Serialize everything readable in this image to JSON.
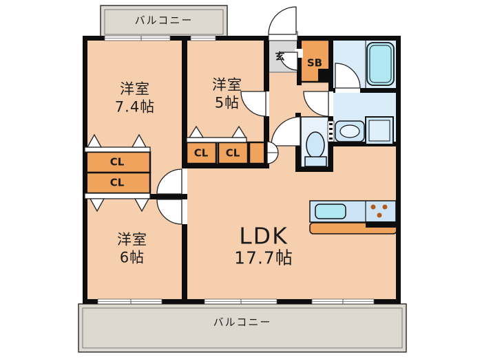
{
  "floorplan": {
    "balconies": {
      "top": "バルコニー",
      "bottom": "バルコニー"
    },
    "rooms": {
      "western1": {
        "name": "洋室",
        "size": "7.4帖"
      },
      "western2": {
        "name": "洋室",
        "size": "5帖"
      },
      "western3": {
        "name": "洋室",
        "size": "6帖"
      },
      "ldk": {
        "name": "LDK",
        "size": "17.7帖"
      },
      "entrance": {
        "label": "玄"
      },
      "shoebox": {
        "label": "SB"
      }
    },
    "closets": {
      "labels": [
        "CL",
        "CL",
        "CL",
        "CL"
      ]
    },
    "colors": {
      "floor": "#f6d0ae",
      "closet": "#efa35d",
      "balcony": "#ded9d0",
      "wet": "#daecf8",
      "wet_light": "#e7f2fb",
      "fixture": "#b2e8f1",
      "fixture_light": "#cde7f8",
      "counter": "#cde4f6",
      "entrance_floor": "#d8d8d8",
      "wall": "#0d0d0d",
      "line": "#222222",
      "burner": "#b35a1a"
    }
  }
}
